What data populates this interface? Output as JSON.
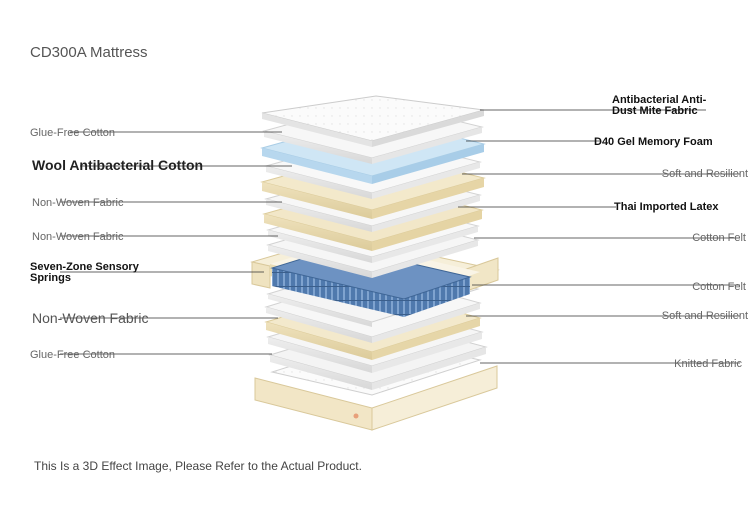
{
  "title": "CD300A Mattress",
  "left_labels": [
    {
      "id": "glue-free-cotton-top",
      "text": "Glue-Free Cotton"
    },
    {
      "id": "wool-antibacterial-cotton",
      "text": "Wool Antibacterial Cotton"
    },
    {
      "id": "non-woven-fabric-1",
      "text": "Non-Woven Fabric"
    },
    {
      "id": "non-woven-fabric-2",
      "text": "Non-Woven Fabric"
    },
    {
      "id": "seven-zone-sensory-springs",
      "text": "Seven-Zone Sensory Springs"
    },
    {
      "id": "non-woven-fabric-3",
      "text": "Non-Woven Fabric"
    },
    {
      "id": "glue-free-cotton-bottom",
      "text": "Glue-Free Cotton"
    }
  ],
  "right_labels": [
    {
      "id": "antibacterial-anti-dust-mite-fabric",
      "text": "Antibacterial Anti-Dust Mite Fabric"
    },
    {
      "id": "d40-gel-memory-foam",
      "text": "D40 Gel Memory Foam"
    },
    {
      "id": "soft-and-resilient-1",
      "text": "Soft and Resilient"
    },
    {
      "id": "thai-imported-latex",
      "text": "Thai Imported Latex"
    },
    {
      "id": "cotton-felt-1",
      "text": "Cotton Felt"
    },
    {
      "id": "cotton-felt-2",
      "text": "Cotton Felt"
    },
    {
      "id": "soft-and-resilient-2",
      "text": "Soft and Resilient"
    },
    {
      "id": "knitted-fabric",
      "text": "Knitted Fabric"
    }
  ],
  "footnote": "This Is a 3D Effect Image, Please Refer to the Actual Product.",
  "colors": {
    "white_layer": "#f7f7f7",
    "cream_layer": "#f3ead0",
    "gel_layer": "#cfe6f5",
    "spring_blue": "#5d86b8",
    "frame_cream": "#f4ecd4",
    "line": "#333333"
  }
}
